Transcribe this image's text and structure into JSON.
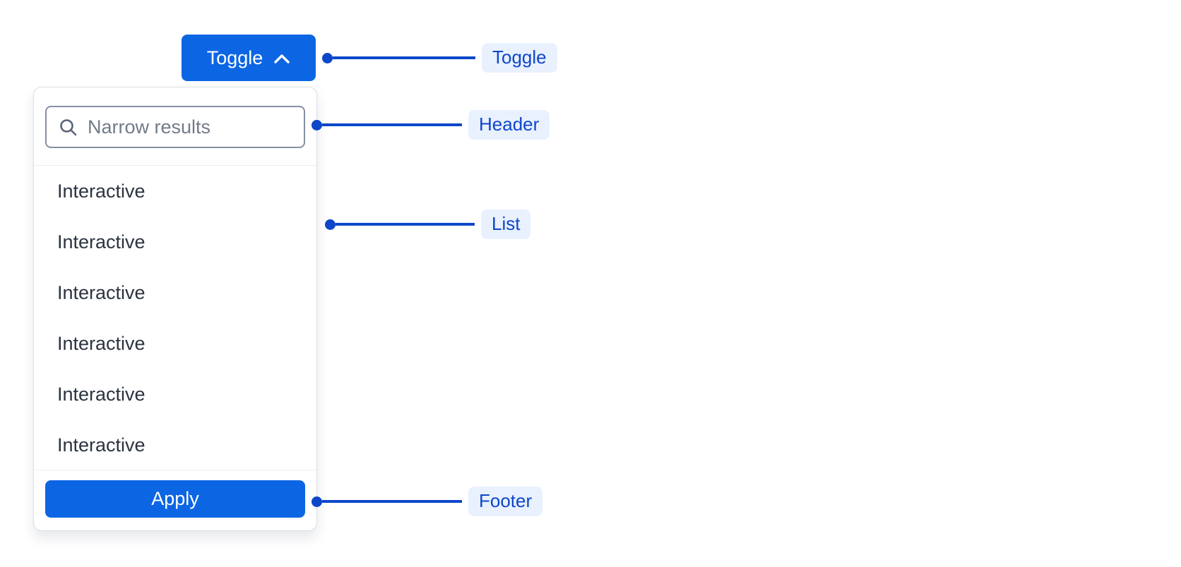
{
  "toggle_button": {
    "label": "Toggle"
  },
  "dropdown": {
    "search": {
      "placeholder": "Narrow results"
    },
    "items": [
      "Interactive",
      "Interactive",
      "Interactive",
      "Interactive",
      "Interactive",
      "Interactive"
    ],
    "footer": {
      "apply_label": "Apply"
    }
  },
  "annotations": [
    {
      "label": "Toggle"
    },
    {
      "label": "Header"
    },
    {
      "label": "List"
    },
    {
      "label": "Footer"
    }
  ],
  "colors": {
    "primary_blue": "#0C66E4",
    "annotation_blue": "#0D47C9",
    "annotation_bg": "#E9F1FF"
  }
}
